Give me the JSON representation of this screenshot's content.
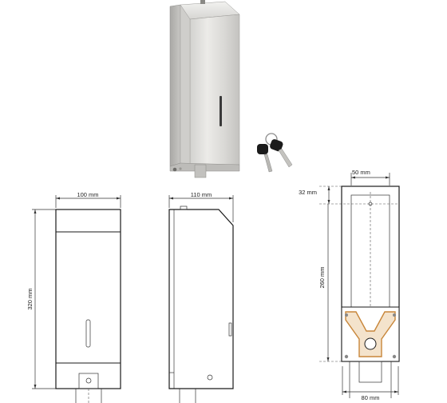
{
  "figure": {
    "front_view": {
      "width_label": "100 mm",
      "height_label": "320 mm"
    },
    "side_view": {
      "depth_label": "110 mm"
    },
    "mounting_view": {
      "hole_spacing_label": "50 mm",
      "top_offset_label": "32 mm",
      "hole_height_label": "260 mm",
      "bottom_width_label": "80 mm"
    }
  },
  "colors": {
    "steel_light": "#e4e4e2",
    "steel_mid": "#c9c9c6",
    "steel_dark": "#9a9a97",
    "ink": "#1a1a1a",
    "key_black": "#1b1b1b",
    "bracket_orange": "#c8863a"
  }
}
